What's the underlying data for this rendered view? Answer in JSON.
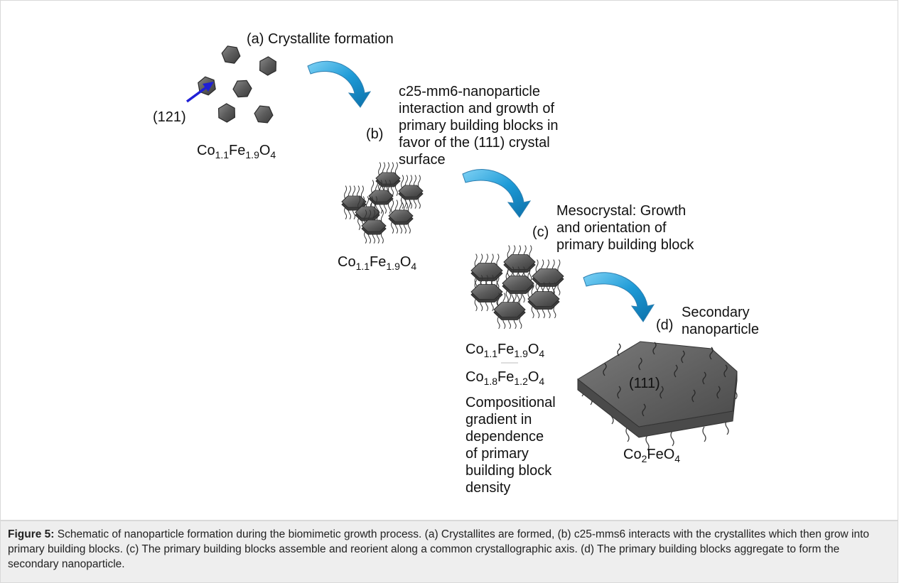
{
  "stage_a": {
    "label": "(a) Crystallite formation",
    "plane": "(121)",
    "formula": [
      "Co",
      "1.1",
      "Fe",
      "1.9",
      "O",
      "4"
    ]
  },
  "stage_b": {
    "label": "(b)",
    "description": [
      "c25-mm6-nanoparticle",
      "interaction and growth of",
      "primary building blocks in",
      "favor of the (111) crystal",
      "surface"
    ],
    "formula": [
      "Co",
      "1.1",
      "Fe",
      "1.9",
      "O",
      "4"
    ]
  },
  "stage_c": {
    "label": "(c)",
    "description": [
      "Mesocrystal: Growth",
      "and orientation of",
      "primary building block"
    ],
    "formula_top": [
      "Co",
      "1.1",
      "Fe",
      "1.9",
      "O",
      "4"
    ],
    "formula_bottom": [
      "Co",
      "1.8",
      "Fe",
      "1.2",
      "O",
      "4"
    ],
    "gradient_text": [
      "Compositional",
      "gradient in",
      "dependence",
      "of primary",
      "building block",
      "density"
    ]
  },
  "stage_d": {
    "label": "(d)",
    "description": [
      "Secondary",
      "nanoparticle"
    ],
    "plane": "(111)",
    "formula": [
      "Co",
      "2",
      "FeO",
      "4"
    ]
  },
  "caption": {
    "title": "Figure 5:",
    "text": " Schematic of nanoparticle formation during the biomimetic growth process. (a) Crystallites are formed, (b) c25-mms6 interacts with the crystallites which then grow into primary building blocks. (c) The primary building blocks assemble and reorient along a common crystallographic axis. (d) The primary building blocks aggregate to form the secondary nanoparticle."
  },
  "colors": {
    "hexagon": "#5a5a5a",
    "arrow_blue": "#1e9bd7",
    "pointer": "#1f1fd6"
  }
}
